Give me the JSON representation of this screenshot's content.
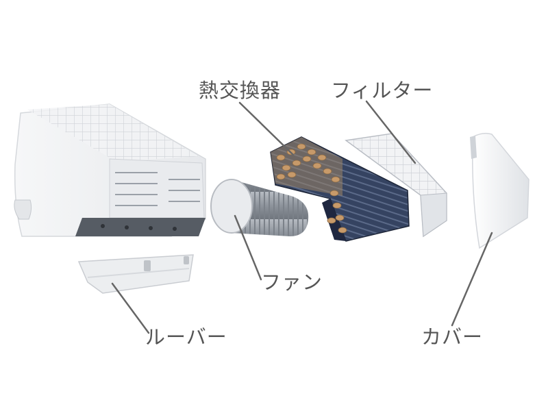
{
  "labels": {
    "heat_exchanger": "熱交換器",
    "filter": "フィルター",
    "fan": "ファン",
    "louver": "ルーバー",
    "cover": "カバー"
  },
  "colors": {
    "label_text": "#555555",
    "leader_line": "#666666",
    "fin_navy": "#2f3c56",
    "copper_tube": "#c79a6a",
    "fan_gray": "#9aa1aa"
  }
}
